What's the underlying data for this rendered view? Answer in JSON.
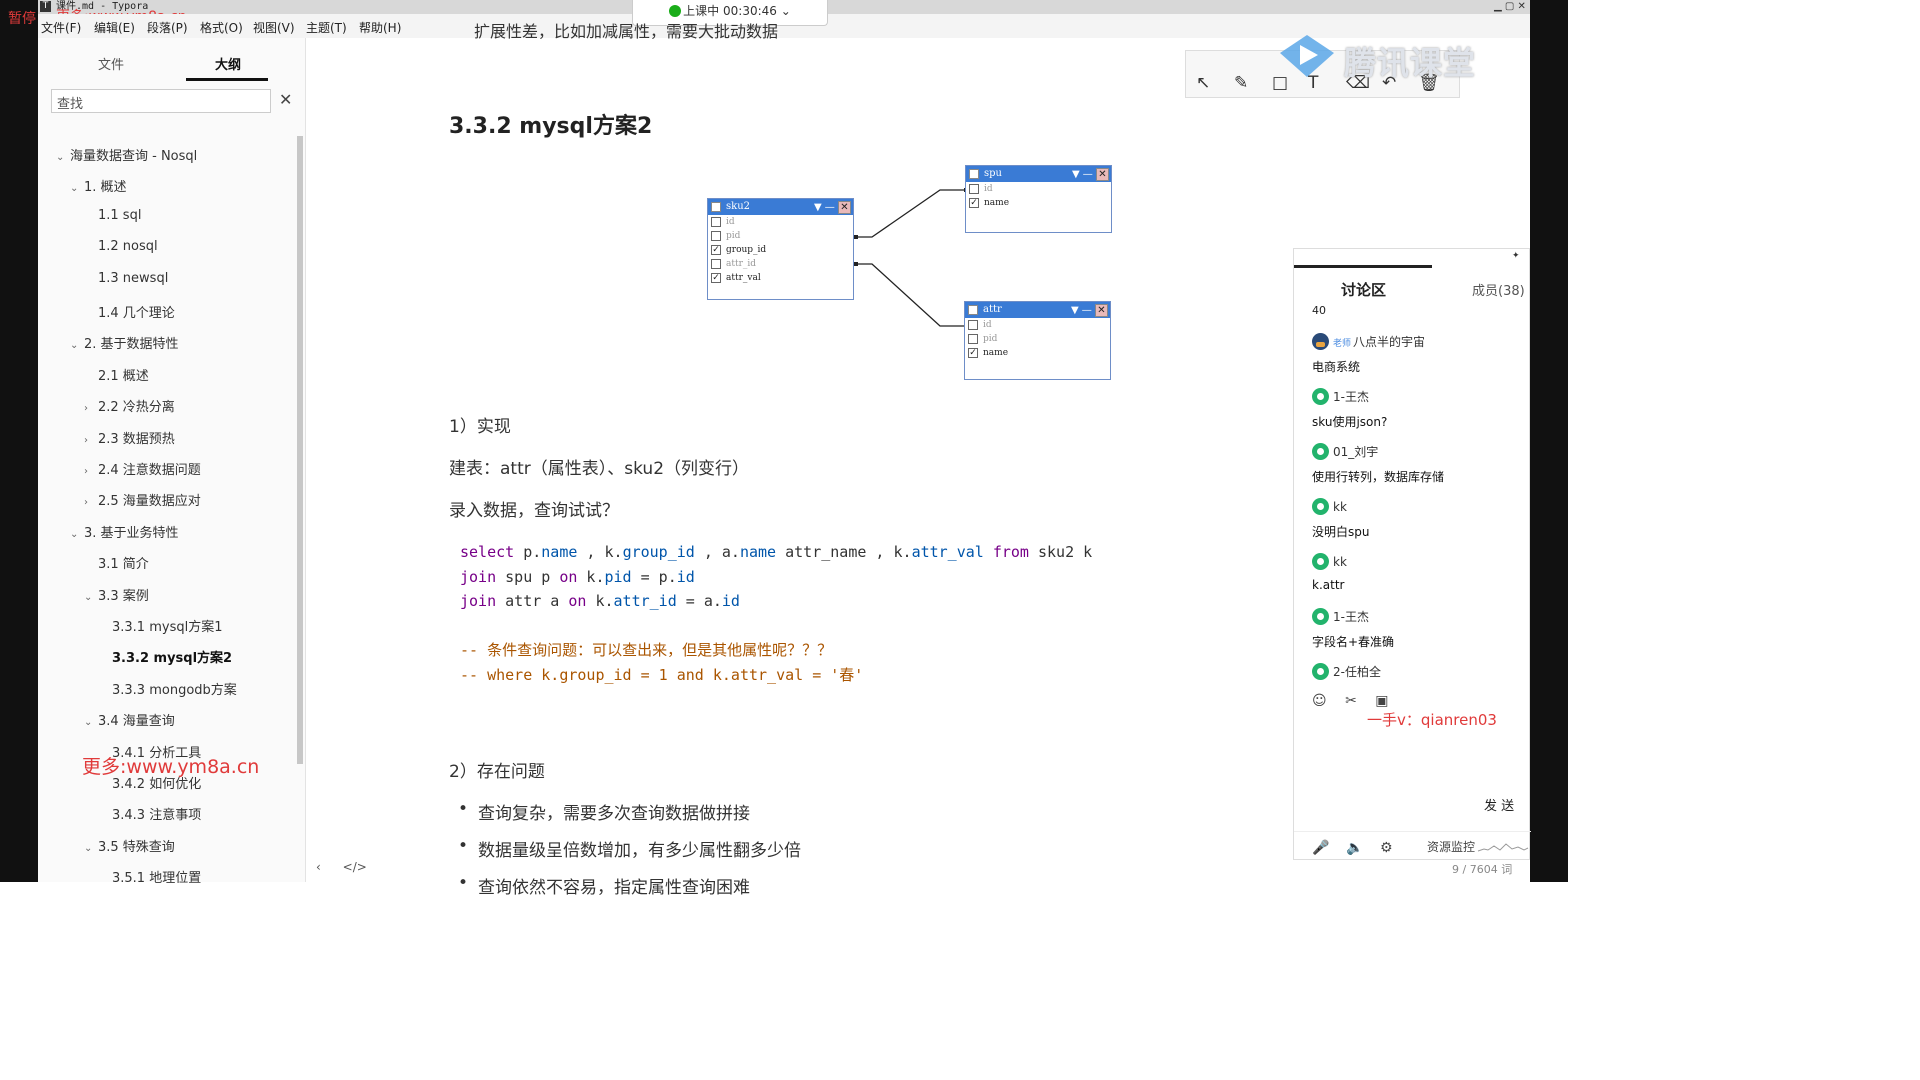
{
  "window": {
    "title": "课件.md - Typora",
    "menus": [
      "文件(F)",
      "编辑(E)",
      "段落(P)",
      "格式(O)",
      "视图(V)",
      "主题(T)",
      "帮助(H)"
    ]
  },
  "live": {
    "status": "上课中",
    "time": "00:30:46"
  },
  "sidebar": {
    "tabs": [
      "文件",
      "大纲"
    ],
    "active_tab": "大纲",
    "search_placeholder": "查找",
    "outline": [
      {
        "label": "海量数据查询 - Nosql",
        "level": 0,
        "arrow": "v"
      },
      {
        "label": "1. 概述",
        "level": 1,
        "arrow": "v"
      },
      {
        "label": "1.1 sql",
        "level": 2,
        "arrow": ""
      },
      {
        "label": "1.2 nosql",
        "level": 2,
        "arrow": ""
      },
      {
        "label": "1.3 newsql",
        "level": 2,
        "arrow": ""
      },
      {
        "label": "1.4 几个理论",
        "level": 2,
        "arrow": ""
      },
      {
        "label": "2. 基于数据特性",
        "level": 1,
        "arrow": "v"
      },
      {
        "label": "2.1 概述",
        "level": 2,
        "arrow": ""
      },
      {
        "label": "2.2 冷热分离",
        "level": 2,
        "arrow": ">"
      },
      {
        "label": "2.3 数据预热",
        "level": 2,
        "arrow": ">"
      },
      {
        "label": "2.4 注意数据问题",
        "level": 2,
        "arrow": ">"
      },
      {
        "label": "2.5 海量数据应对",
        "level": 2,
        "arrow": ">"
      },
      {
        "label": "3. 基于业务特性",
        "level": 1,
        "arrow": "v"
      },
      {
        "label": "3.1 简介",
        "level": 2,
        "arrow": ""
      },
      {
        "label": "3.3 案例",
        "level": 2,
        "arrow": "v"
      },
      {
        "label": "3.3.1 mysql方案1",
        "level": 3,
        "arrow": ""
      },
      {
        "label": "3.3.2 mysql方案2",
        "level": 3,
        "arrow": "",
        "active": true
      },
      {
        "label": "3.3.3 mongodb方案",
        "level": 3,
        "arrow": ""
      },
      {
        "label": "3.4 海量查询",
        "level": 2,
        "arrow": "v"
      },
      {
        "label": "3.4.1 分析工具",
        "level": 3,
        "arrow": ""
      },
      {
        "label": "3.4.2 如何优化",
        "level": 3,
        "arrow": ""
      },
      {
        "label": "3.4.3 注意事项",
        "level": 3,
        "arrow": ""
      },
      {
        "label": "3.5 特殊查询",
        "level": 2,
        "arrow": "v"
      },
      {
        "label": "3.5.1 地理位置",
        "level": 3,
        "arrow": ""
      }
    ]
  },
  "doc": {
    "overhang": "扩展性差，比如加减属性，需要大批动数据",
    "heading": "3.3.2 mysql方案2",
    "tables": {
      "sku2": {
        "name": "sku2",
        "rows": [
          {
            "f": "id",
            "c": false
          },
          {
            "f": "pid",
            "c": false
          },
          {
            "f": "group_id",
            "c": true
          },
          {
            "f": "attr_id",
            "c": false
          },
          {
            "f": "attr_val",
            "c": true
          }
        ]
      },
      "spu": {
        "name": "spu",
        "rows": [
          {
            "f": "id",
            "c": false
          },
          {
            "f": "name",
            "c": true
          }
        ]
      },
      "attr": {
        "name": "attr",
        "rows": [
          {
            "f": "id",
            "c": false
          },
          {
            "f": "pid",
            "c": false
          },
          {
            "f": "name",
            "c": true
          }
        ]
      }
    },
    "p1": "1）实现",
    "p2": "建表：attr（属性表）、sku2（列变行）",
    "p3": "录入数据，查询试试？",
    "code": [
      "select p.name , k.group_id , a.name attr_name , k.attr_val from sku2 k",
      "join spu p on k.pid = p.id",
      "join attr a on k.attr_id = a.id",
      "",
      "-- 条件查询问题：可以查出来，但是其他属性呢？？？",
      "-- where k.group_id = 1 and k.attr_val = '春'"
    ],
    "p4": "2）存在问题",
    "bullets": [
      "查询复杂，需要多次查询数据做拼接",
      "数据量级呈倍数增加，有多少属性翻多少倍",
      "查询依然不容易，指定属性查询困难"
    ],
    "word_count": "9 / 7604 词"
  },
  "watermarks": {
    "top": "更多:www.ym8a.cn",
    "top_prefix": "暂停",
    "sidebar": "更多:www.ym8a.cn",
    "chat": "一手v：qianren03"
  },
  "tencent": {
    "logo_text": "腾讯课堂"
  },
  "chat": {
    "title": "讨论区",
    "members": "成员(38)",
    "count": "40",
    "messages": [
      {
        "user": "八点半的宇宙",
        "tag": "老师",
        "text": "电商系统",
        "teacher": true
      },
      {
        "user": "1-王杰",
        "text": "sku使用json?"
      },
      {
        "user": "01_刘宇",
        "text": "使用行转列，数据库存储"
      },
      {
        "user": "kk",
        "text": "没明白spu"
      },
      {
        "user": "kk",
        "text": "k.attr"
      },
      {
        "user": "1-王杰",
        "text": "字段名+春准确"
      },
      {
        "user": "2-任柏全",
        "text": ""
      }
    ],
    "send": "发 送",
    "monitor": "资源监控"
  }
}
